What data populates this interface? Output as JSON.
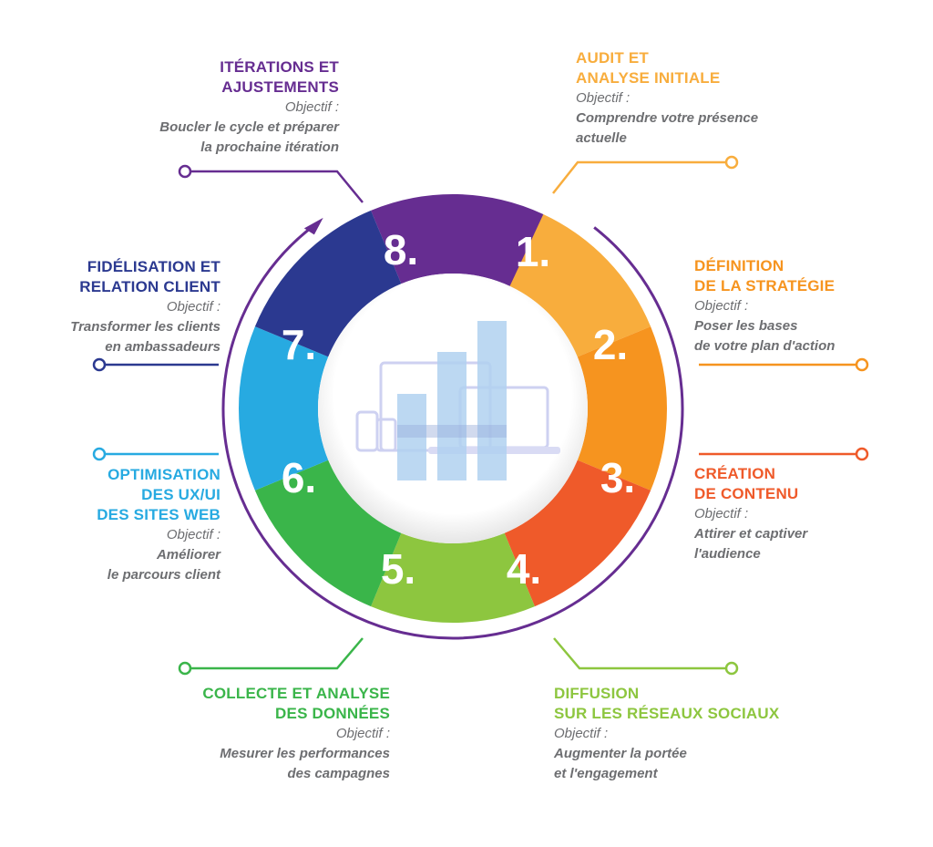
{
  "objective_label": "Objectif :",
  "steps": [
    {
      "number": "1.",
      "title": [
        "AUDIT ET",
        "ANALYSE INITIALE"
      ],
      "objective": [
        "Comprendre votre présence",
        "actuelle"
      ],
      "color": "#f8ad3d"
    },
    {
      "number": "2.",
      "title": [
        "DÉFINITION",
        "DE LA STRATÉGIE"
      ],
      "objective": [
        "Poser les bases",
        "de votre plan d'action"
      ],
      "color": "#f6941f"
    },
    {
      "number": "3.",
      "title": [
        "CRÉATION",
        "DE CONTENU"
      ],
      "objective": [
        "Attirer et captiver",
        "l'audience"
      ],
      "color": "#ef5a2a"
    },
    {
      "number": "4.",
      "title": [
        "DIFFUSION",
        "SUR LES RÉSEAUX SOCIAUX"
      ],
      "objective": [
        "Augmenter la portée",
        "et l'engagement"
      ],
      "color": "#8dc63f"
    },
    {
      "number": "5.",
      "title": [
        "COLLECTE ET ANALYSE",
        "DES DONNÉES"
      ],
      "objective": [
        "Mesurer les performances",
        "des campagnes"
      ],
      "color": "#3ab54a"
    },
    {
      "number": "6.",
      "title": [
        "OPTIMISATION",
        "DES UX/UI",
        "DES SITES WEB"
      ],
      "objective": [
        "Améliorer",
        "le parcours client"
      ],
      "color": "#27aae1"
    },
    {
      "number": "7.",
      "title": [
        "FIDÉLISATION ET",
        "RELATION CLIENT"
      ],
      "objective": [
        "Transformer les clients",
        "en ambassadeurs"
      ],
      "color": "#2b3990"
    },
    {
      "number": "8.",
      "title": [
        "ITÉRATIONS ET",
        "AJUSTEMENTS"
      ],
      "objective": [
        "Boucler le cycle et préparer",
        "la prochaine itération"
      ],
      "color": "#662d91"
    }
  ],
  "colors": {
    "ring_outline": "#662d91",
    "center_illustration": "#a8cdee",
    "device_outline": "#c9cdf0"
  }
}
